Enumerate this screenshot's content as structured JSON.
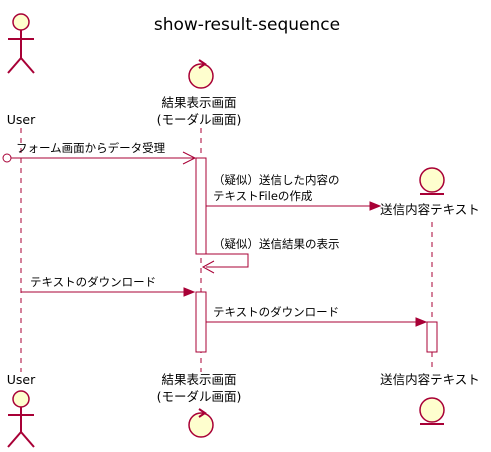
{
  "title": "show-result-sequence",
  "colors": {
    "line": "#A80036",
    "fill": "#FEFECE",
    "background": "#FFFFFF"
  },
  "participants": {
    "user": {
      "type": "actor",
      "label": "User"
    },
    "modal": {
      "type": "control",
      "label_line1": "結果表示画面",
      "label_line2": "(モーダル画面)"
    },
    "text": {
      "type": "entity",
      "label": "送信内容テキスト"
    }
  },
  "messages": {
    "m1": {
      "from": "found",
      "to": "modal",
      "label": "フォーム画面からデータ受理",
      "style": "open-arrow"
    },
    "m2": {
      "from": "modal",
      "to": "text",
      "label_line1": "（疑似）送信した内容の",
      "label_line2": "テキストFileの作成",
      "style": "create"
    },
    "m3": {
      "from": "modal",
      "to": "modal",
      "label": "（疑似）送信結果の表示",
      "style": "self"
    },
    "m4": {
      "from": "user",
      "to": "modal",
      "label": "テキストのダウンロード",
      "style": "sync"
    },
    "m5": {
      "from": "modal",
      "to": "text",
      "label": "テキストのダウンロード",
      "style": "sync"
    }
  }
}
